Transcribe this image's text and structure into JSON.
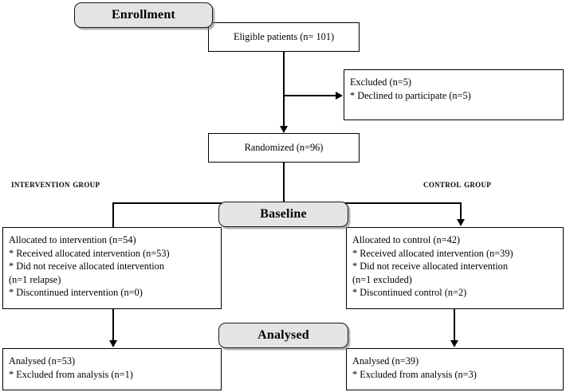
{
  "diagram": {
    "title": "CONSORT participant flow diagram",
    "colors": {
      "stage_fill": "#e4e4e4",
      "stage_border": "#1a1a1a",
      "box_border": "#000000",
      "line": "#000000",
      "background": "#ffffff",
      "text": "#000000"
    },
    "stages": [
      {
        "id": "enrollment",
        "label": "Enrollment"
      },
      {
        "id": "baseline",
        "label": "Baseline"
      },
      {
        "id": "analysed",
        "label": "Analysed"
      }
    ],
    "arm_labels": [
      {
        "id": "intervention",
        "label": "Intervention group"
      },
      {
        "id": "control",
        "label": "Control group"
      }
    ],
    "boxes": {
      "eligible": {
        "text": "Eligible patients (n= 101)"
      },
      "excluded": {
        "text": "Excluded (n=5)\n* Declined to participate (n=5)"
      },
      "randomized": {
        "text": "Randomized (n=96)"
      },
      "allocation_intervention": {
        "text": "Allocated to intervention (n=54)\n* Received allocated intervention (n=53)\n* Did not receive allocated intervention\n (n=1 relapse)\n* Discontinued intervention (n=0)"
      },
      "allocation_control": {
        "text": "Allocated to control (n=42)\n* Received allocated intervention (n=39)\n* Did not receive allocated intervention\n (n=1 excluded)\n* Discontinued control (n=2)"
      },
      "analysis_intervention": {
        "text": "Analysed (n=53)\n* Excluded from analysis (n=1)"
      },
      "analysis_control": {
        "text": "Analysed (n=39)\n* Excluded from analysis (n=3)"
      }
    },
    "counts": {
      "eligible": 101,
      "excluded_total": 5,
      "excluded_declined": 5,
      "randomized": 96,
      "allocated_intervention": 54,
      "received_intervention": 53,
      "not_received_intervention": 1,
      "discontinued_intervention": 0,
      "allocated_control": 42,
      "received_control": 39,
      "not_received_control": 1,
      "discontinued_control": 2,
      "analysed_intervention": 53,
      "excluded_from_analysis_intervention": 1,
      "analysed_control": 39,
      "excluded_from_analysis_control": 3
    }
  }
}
